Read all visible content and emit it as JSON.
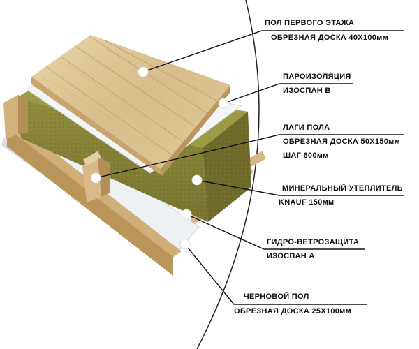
{
  "labels": [
    {
      "line1": "ПОЛ ПЕРВОГО ЭТАЖА",
      "line2": "ОБРЕЗНАЯ ДОСКА 40Х100мм"
    },
    {
      "line1": "ПАРОИЗОЛЯЦИЯ",
      "line2": "ИЗОСПАН В"
    },
    {
      "line1": "ЛАГИ ПОЛА",
      "line2": "ОБРЕЗНАЯ ДОСКА 50Х150мм",
      "line3": "ШАГ 600мм"
    },
    {
      "line1": "МИНЕРАЛЬНЫЙ УТЕПЛИТЕЛЬ",
      "line2": "KNAUF 150мм"
    },
    {
      "line1": "ГИДРО-ВЕТРОЗАЩИТА",
      "line2": "ИЗОСПАН А"
    },
    {
      "line1": "ЧЕРНОВОЙ ПОЛ",
      "line2": "ОБРЕЗНАЯ ДОСКА 25Х100мм"
    }
  ],
  "colors": {
    "wood_top": "#dfc79a",
    "wood_grain": "#b99a67",
    "wood_side": "#c9a66e",
    "wool_top": "#9c9a45",
    "wool_front": "#7f7c33",
    "wool_side": "#6e6a2a",
    "membrane": "#e9ecef",
    "membrane_edge": "#c9ced4",
    "leader": "#111111"
  }
}
